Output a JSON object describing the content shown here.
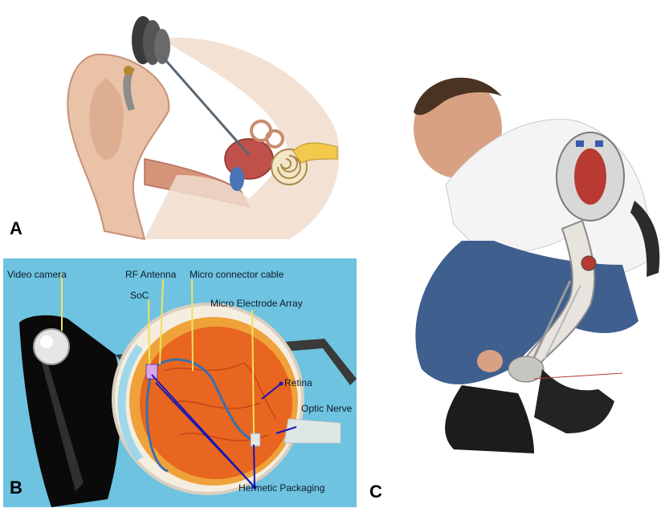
{
  "panels": {
    "a": {
      "letter": "A"
    },
    "b": {
      "letter": "B",
      "labels": {
        "video_camera": "Video camera",
        "rf_antenna": "RF Antenna",
        "micro_connector_cable": "Micro connector cable",
        "soc": "SoC",
        "micro_electrode_array": "Micro Electrode Array",
        "retina": "Retina",
        "optic_nerve": "Optic Nerve",
        "hermetic_packaging": "Hermetic Packaging"
      }
    },
    "c": {
      "letter": "C"
    }
  },
  "colors": {
    "panel_b_background": "#6ec3e0",
    "eye_orange": "#e8661f",
    "leader_blue": "#1616b8",
    "leader_yellow": "#f0e25a"
  }
}
